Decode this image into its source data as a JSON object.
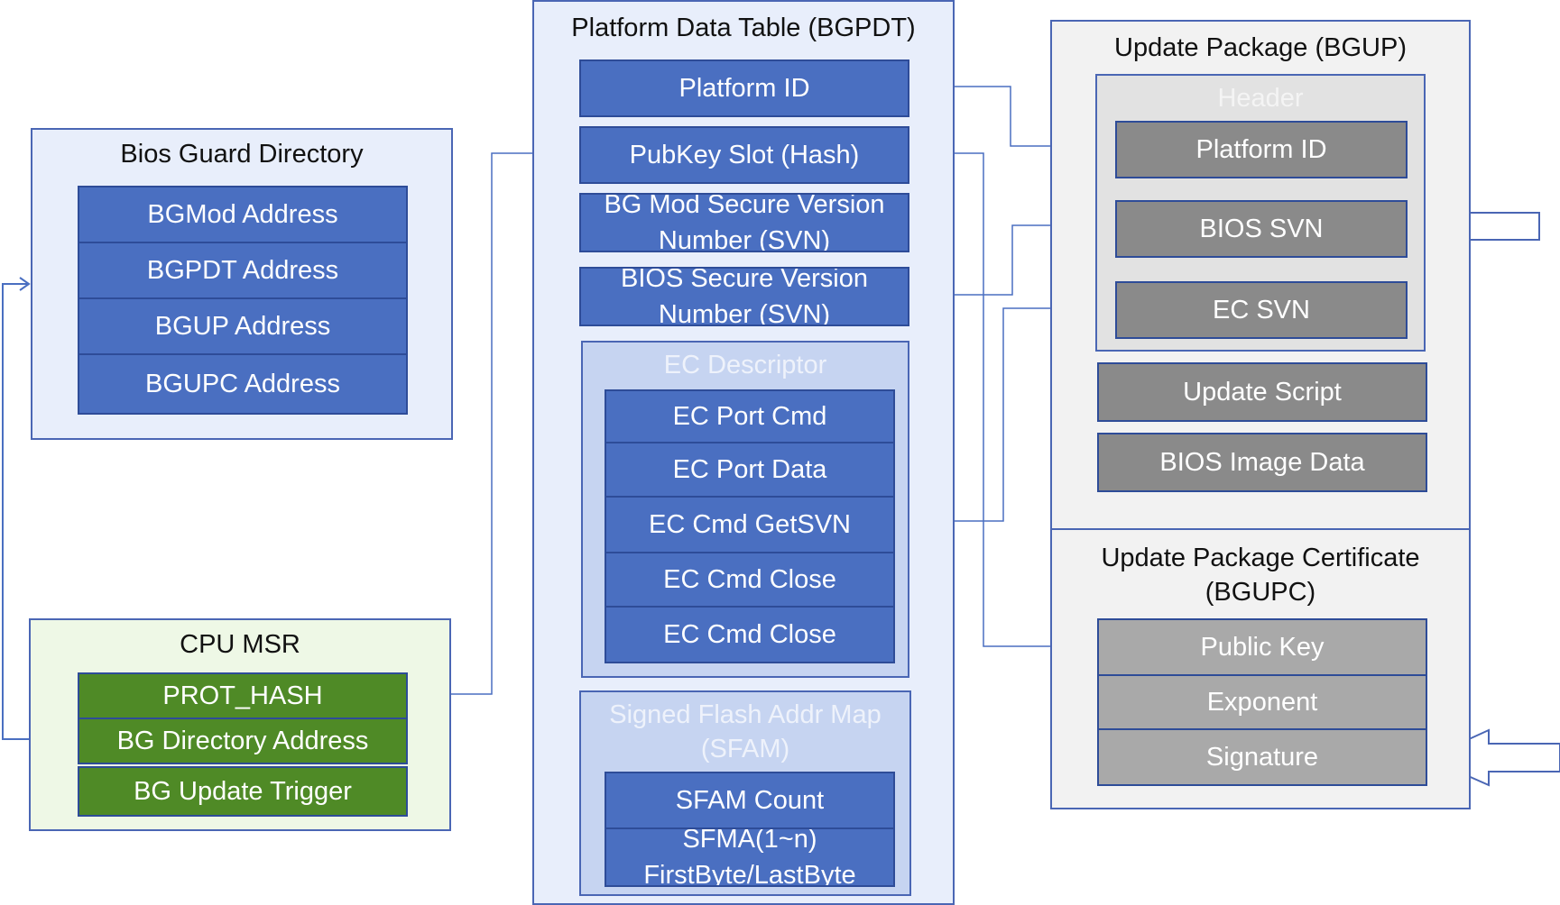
{
  "bios_guard_directory": {
    "title": "Bios Guard Directory",
    "items": [
      "BGMod Address",
      "BGPDT Address",
      "BGUP Address",
      "BGUPC Address"
    ]
  },
  "cpu_msr": {
    "title": "CPU MSR",
    "items": [
      "PROT_HASH",
      "BG Directory Address",
      "BG Update Trigger"
    ]
  },
  "platform_data_table": {
    "title": "Platform Data Table (BGPDT)",
    "items": [
      "Platform ID",
      "PubKey Slot (Hash)",
      "BG Mod Secure Version Number (SVN)",
      "BIOS Secure Version Number (SVN)"
    ],
    "ec_descriptor": {
      "title": "EC Descriptor",
      "items": [
        "EC Port Cmd",
        "EC Port Data",
        "EC Cmd GetSVN",
        "EC Cmd Close",
        "EC Cmd Close"
      ]
    },
    "sfam": {
      "title": "Signed Flash Addr Map (SFAM)",
      "items": [
        "SFAM Count",
        "SFMA(1~n) FirstByte/LastByte"
      ]
    }
  },
  "update_package": {
    "title": "Update Package (BGUP)",
    "header": {
      "title": "Header",
      "items": [
        "Platform ID",
        "BIOS SVN",
        "EC SVN"
      ]
    },
    "items": [
      "Update Script",
      "BIOS Image Data"
    ]
  },
  "update_package_certificate": {
    "title": "Update Package Certificate (BGUPC)",
    "items": [
      "Public Key",
      "Exponent",
      "Signature"
    ]
  }
}
